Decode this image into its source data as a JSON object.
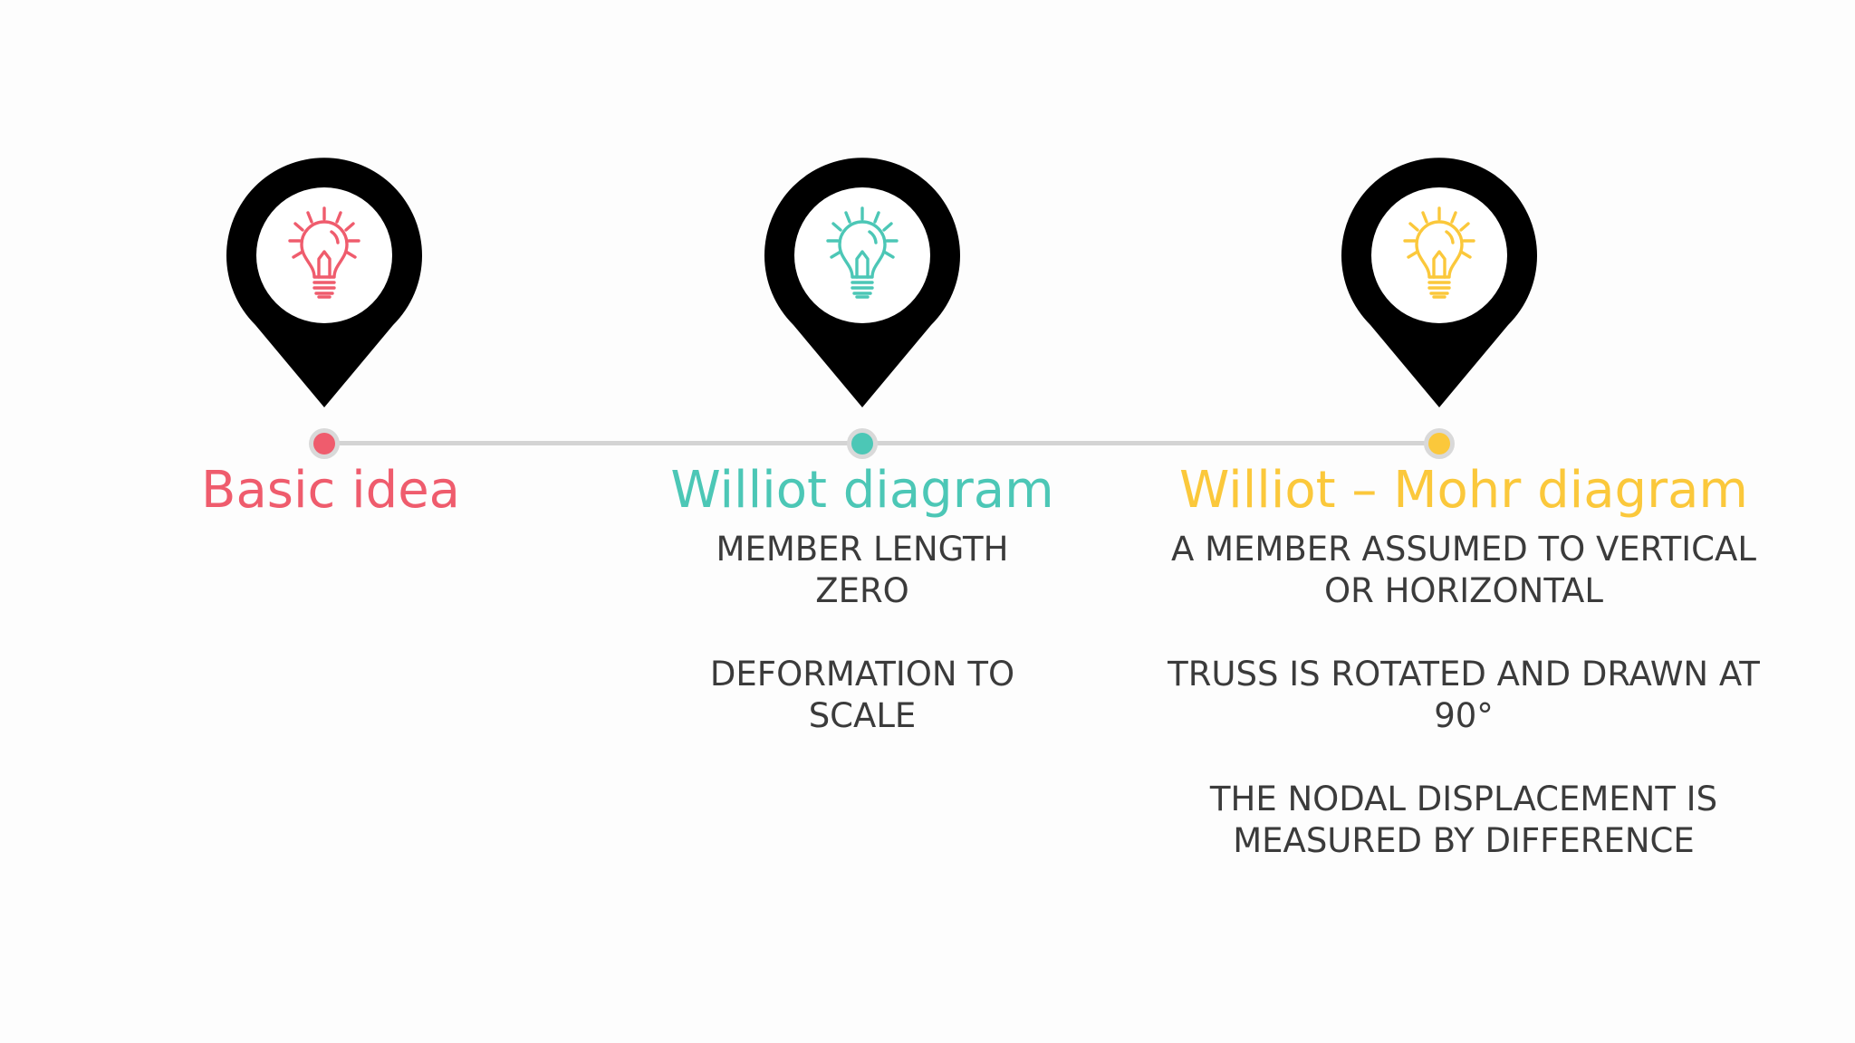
{
  "line_color": "#d4d4d4",
  "milestones": [
    {
      "icon": "lightbulb-icon",
      "color": "#ef5c6d",
      "title": "Basic idea",
      "paragraphs": []
    },
    {
      "icon": "lightbulb-icon",
      "color": "#4cc7b6",
      "title": "Williot diagram",
      "paragraphs": [
        [
          "MEMBER LENGTH",
          "ZERO"
        ],
        [
          "DEFORMATION TO",
          "SCALE"
        ]
      ]
    },
    {
      "icon": "lightbulb-icon",
      "color": "#fbc83b",
      "title": "Williot – Mohr diagram",
      "paragraphs": [
        [
          "A MEMBER ASSUMED TO VERTICAL",
          "OR HORIZONTAL"
        ],
        [
          "TRUSS IS ROTATED AND DRAWN AT",
          "90°"
        ],
        [
          "THE NODAL DISPLACEMENT IS",
          "MEASURED BY DIFFERENCE"
        ]
      ]
    }
  ]
}
